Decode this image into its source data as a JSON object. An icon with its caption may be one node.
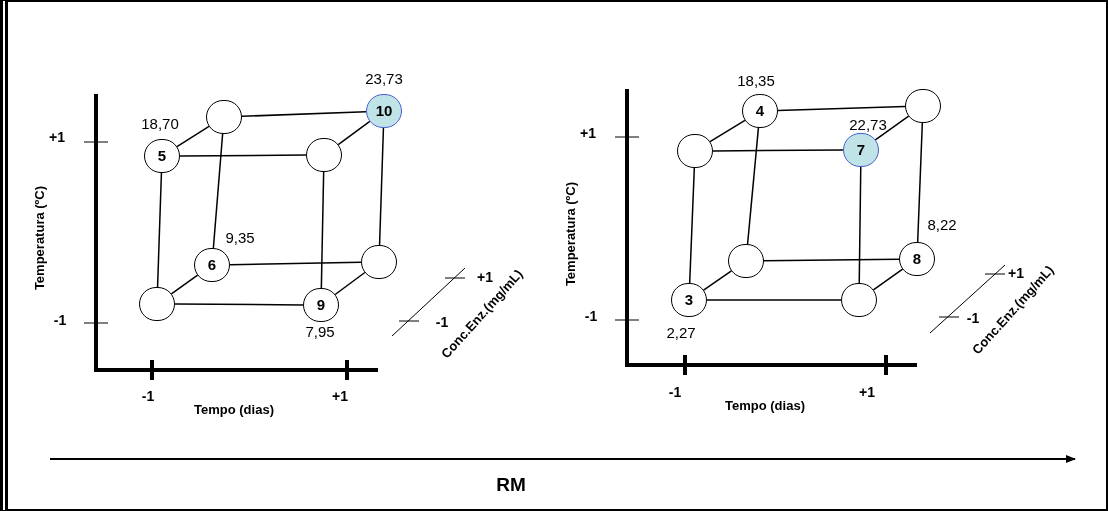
{
  "diagram": {
    "nodes": [
      {
        "text": [],
        "shape": "circle"
      },
      {
        "text": [
          "10"
        ],
        "beside": [
          "23,73"
        ]
      },
      {
        "text": [
          "5"
        ],
        "beside": [
          "18,70"
        ]
      },
      {
        "text": [],
        "shape": "circle"
      },
      {
        "text": [
          "6"
        ],
        "beside": [
          "9,35"
        ]
      },
      {
        "text": [],
        "shape": "circle"
      },
      {
        "text": [],
        "shape": "circle"
      },
      {
        "text": [
          "9"
        ],
        "beside": [
          "7,95"
        ]
      },
      {
        "text": [
          "4"
        ],
        "beside": [
          "18,35"
        ]
      },
      {
        "text": [],
        "shape": "circle"
      },
      {
        "text": [],
        "shape": "circle"
      },
      {
        "text": [
          "7"
        ],
        "beside": [
          "22,73"
        ]
      },
      {
        "text": [],
        "shape": "circle"
      },
      {
        "text": [
          "8"
        ],
        "beside": [
          "8,22"
        ]
      },
      {
        "text": [
          "3"
        ],
        "beside": [
          "2,27"
        ]
      },
      {
        "text": [],
        "shape": "circle"
      }
    ],
    "edges": [
      {
        "from": 0,
        "to": 1,
        "arrow": "none"
      },
      {
        "from": 2,
        "to": 3,
        "arrow": "none"
      },
      {
        "from": 2,
        "to": 0,
        "arrow": "none"
      },
      {
        "from": 3,
        "to": 1,
        "arrow": "none"
      },
      {
        "from": 2,
        "to": 6,
        "arrow": "none"
      },
      {
        "from": 3,
        "to": 7,
        "arrow": "none"
      },
      {
        "from": 0,
        "to": 4,
        "arrow": "none"
      },
      {
        "from": 1,
        "to": 5,
        "arrow": "none"
      },
      {
        "from": 4,
        "to": 5,
        "arrow": "none"
      },
      {
        "from": 6,
        "to": 7,
        "arrow": "none"
      },
      {
        "from": 6,
        "to": 4,
        "arrow": "none"
      },
      {
        "from": 7,
        "to": 5,
        "arrow": "none"
      },
      {
        "from": 8,
        "to": 9,
        "arrow": "none"
      },
      {
        "from": 10,
        "to": 11,
        "arrow": "none"
      },
      {
        "from": 10,
        "to": 8,
        "arrow": "none"
      },
      {
        "from": 11,
        "to": 9,
        "arrow": "none"
      },
      {
        "from": 10,
        "to": 14,
        "arrow": "none"
      },
      {
        "from": 11,
        "to": 15,
        "arrow": "none"
      },
      {
        "from": 8,
        "to": 12,
        "arrow": "none"
      },
      {
        "from": 9,
        "to": 13,
        "arrow": "none"
      },
      {
        "from": 12,
        "to": 13,
        "arrow": "none"
      },
      {
        "from": 14,
        "to": 15,
        "arrow": "none"
      },
      {
        "from": 14,
        "to": 12,
        "arrow": "none"
      },
      {
        "from": 15,
        "to": 13,
        "arrow": "none"
      }
    ],
    "labels": [
      "+1",
      "-1",
      "Temperatura (ºC)",
      "-1",
      "+1",
      "Tempo (dias)",
      "+1",
      "-1",
      "Conc.Enz.(mg/mL)",
      "+1",
      "-1",
      "Temperatura (ºC)",
      "-1",
      "+1",
      "Tempo (dias)",
      "+1",
      "-1",
      "Conc.Enz.(mg/mL)",
      "RM"
    ]
  }
}
